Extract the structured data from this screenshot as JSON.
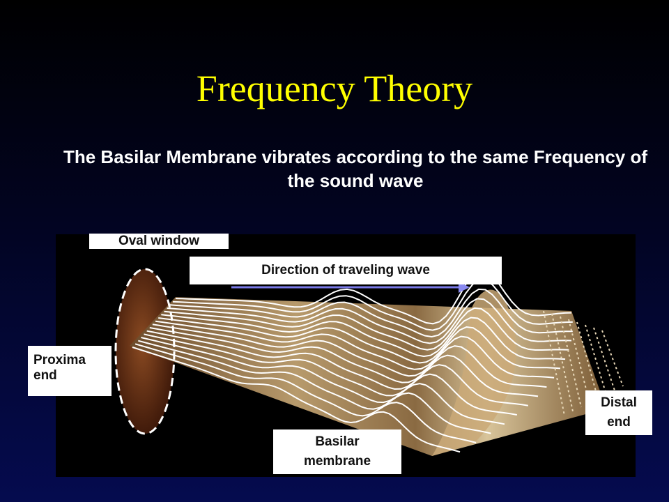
{
  "slide": {
    "title": "Frequency Theory",
    "subtitle": "The Basilar Membrane vibrates according to the same Frequency of the sound wave"
  },
  "diagram": {
    "labels": {
      "oval_window": "Oval window",
      "direction": "Direction of traveling wave",
      "proximal_end": "Proxima\nend",
      "distal_end": "Distal\nend",
      "basilar_membrane": "Basilar\nmembrane"
    },
    "colors": {
      "membrane": "#7a5a34",
      "membrane_highlight": "#d8c49a",
      "oval_window": "#5a2a12",
      "arrow": "#7a7ae8",
      "wave_lines": "#ffffff"
    }
  }
}
